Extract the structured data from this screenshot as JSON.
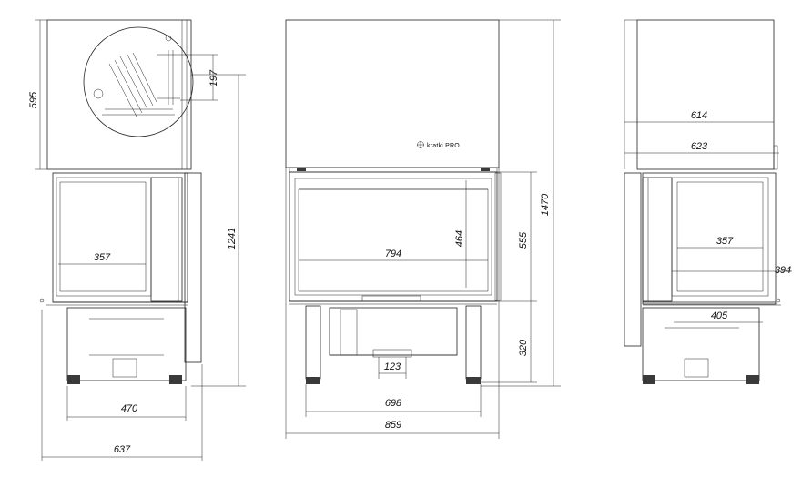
{
  "brand": {
    "logo_text": "kratki PRO"
  },
  "left_view": {
    "dims": {
      "top_height": "595",
      "detail": "197",
      "total_height": "1241",
      "glass_width": "357",
      "base_width": "470",
      "total_width": "637"
    }
  },
  "front_view": {
    "dims": {
      "glass_width": "794",
      "glass_height": "464",
      "door_height": "555",
      "leg_height": "320",
      "total_height": "1470",
      "air_inlet": "123",
      "base_width": "698",
      "total_width": "859"
    }
  },
  "right_view": {
    "dims": {
      "depth_top": "614",
      "depth_total": "623",
      "glass_width": "357",
      "side_offset": "394",
      "base_width": "405"
    }
  }
}
